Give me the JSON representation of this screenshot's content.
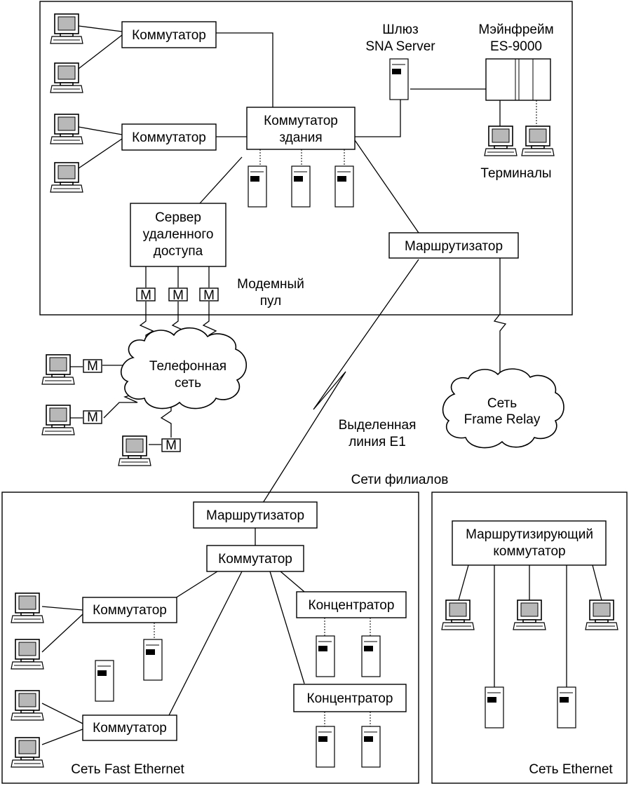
{
  "main_office": {
    "switch_1": "Коммутатор",
    "switch_2": "Коммутатор",
    "building_switch": [
      "Коммутатор",
      "здания"
    ],
    "gateway": [
      "Шлюз",
      "SNA Server"
    ],
    "mainframe": [
      "Мэйнфрейм",
      "ES-9000"
    ],
    "terminals": "Терминалы",
    "ras": [
      "Сервер",
      "удаленного",
      "доступа"
    ],
    "modem_pool": [
      "Модемный",
      "пул"
    ],
    "router": "Маршрутизатор",
    "modem_letter": "M"
  },
  "phone_network": [
    "Телефонная",
    "сеть"
  ],
  "frame_relay": [
    "Сеть",
    "Frame Relay"
  ],
  "leased_line": [
    "Выделенная",
    "линия E1"
  ],
  "branches_title": "Сети филиалов",
  "fast_ethernet_branch": {
    "router": "Маршрутизатор",
    "switch_top": "Коммутатор",
    "switch_left_1": "Коммутатор",
    "switch_left_2": "Коммутатор",
    "hub_1": "Концентратор",
    "hub_2": "Концентратор",
    "caption": "Сеть Fast Ethernet"
  },
  "ethernet_branch": {
    "routing_switch": [
      "Маршрутизирующий",
      "коммутатор"
    ],
    "caption": "Сеть Ethernet"
  }
}
